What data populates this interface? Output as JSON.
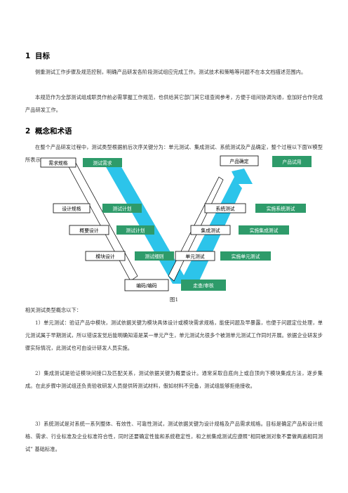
{
  "section1": {
    "number": "1",
    "title": "目标",
    "paragraphs": [
      "侧重测试工作步骤及规范控制，明确产品研发各阶段测试组应完成工作。测试技术和策略等问题不在本文档描述范围内。",
      "本规范作为全部测试组成职员作前必需掌握工作规范，也供给其它部门其它组查阅参考，方便于组间协调沟通，愈加好合作完成产品研发工作。"
    ]
  },
  "section2": {
    "number": "2",
    "title": "概念和术语",
    "intro": "在整个产品研发过程中，测试类型根据前后次序关键分为：单元测试、集成测试、系统测试及产品确定，整个过程以下面W模型所表示："
  },
  "diagram": {
    "left_boxes": [
      "需求规格",
      "设计规格",
      "概要设计",
      "模块设计",
      "编码/编码"
    ],
    "green_left": [
      "测试需求",
      "测试计划",
      "测试计划",
      "测试细则"
    ],
    "right_boxes": [
      "产品确定",
      "系统测试",
      "集成测试",
      "单元测试"
    ],
    "green_right": [
      "产品试用",
      "实施系统测试",
      "实施集成测试",
      "实施单元测试",
      "走查/审核"
    ],
    "colors": {
      "green": "#2e9b6a",
      "cyan": "#2cc4ea",
      "box_border": "#000000"
    }
  },
  "caption": "图1",
  "types": {
    "heading": "相关测试类型概念以下：",
    "items": [
      "1）单元测试：验证产品中模块，测试依据关键为模块具体设计或模块需求规格，能使问题及早暴露，也便于问题定位处理，单元测试属于早期测试，所以错误发觉后能明确知道是某一单元产生，单元测试允很多个被测单元测试工作同时开展。依据企业研发步骤实际情况，此测试也可由设计研发人员实施。",
      "2）集成测试是验证模块间接口及匹配关系，测试依据关键为概要设计。通常采取自底向上或自顶向下模块集成方法，逐步集成。在此步骤中测试组还负责验收研发人员提供转测试材料，假如材料不完备，测试组能够拒绝接收。",
      "3）系统测试是对系统一系列整体、有效性、可靠性测试，测试依据关键为设计规格及产品需求规格。目标是确定产品和设计规格、需求、行业标准及企业标准符合性，同时还要确定性能和系统稳定性，和之前集成测试应遵照“相同被测对象不要做两遍相同测试” 基础标准。"
    ]
  }
}
